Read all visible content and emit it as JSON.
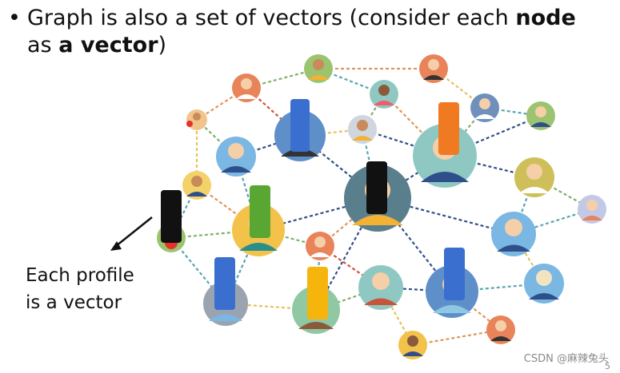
{
  "title": {
    "bullet": "•",
    "line1_text": "Graph is also a set of vectors (consider each ",
    "line1_bold": "node",
    "line2_text": "as ",
    "line2_bold": "a vector",
    "line2_end": ")"
  },
  "caption": {
    "line1": "Each profile",
    "line2": "is a vector"
  },
  "watermark": "CSDN @麻辣兔头",
  "page_number": "5",
  "colors": {
    "edge_blue": "#2f4f8a",
    "edge_green": "#7fb06a",
    "edge_orange": "#e0955a",
    "edge_teal": "#5aa5b0",
    "edge_yellow": "#e3c35a",
    "edge_red": "#c8553a"
  },
  "vector_bars": [
    {
      "name": "blue",
      "color": "#3a6fd0"
    },
    {
      "name": "orange",
      "color": "#f07a22"
    },
    {
      "name": "black",
      "color": "#111111"
    },
    {
      "name": "green",
      "color": "#5aa632"
    },
    {
      "name": "yellow",
      "color": "#f5b50c"
    }
  ]
}
